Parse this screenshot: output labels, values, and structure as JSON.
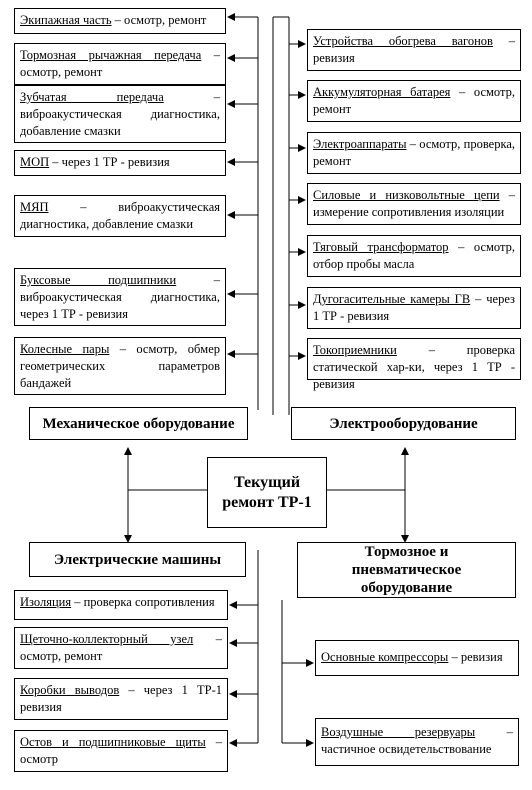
{
  "center": {
    "label": "Текущий ремонт ТР-1"
  },
  "groups": [
    {
      "id": "mech",
      "title": "Механическое оборудование",
      "items": [
        {
          "term": "Экипажная часть",
          "rest": " – осмотр, ремонт"
        },
        {
          "term": "Тормозная рычажная передача",
          "rest": " – осмотр, ремонт"
        },
        {
          "term": "Зубчатая передача",
          "rest": " – виброакустическая диагностика, добавление смазки"
        },
        {
          "term": "МОП",
          "rest": " – через 1 ТР - ревизия"
        },
        {
          "term": "МЯП",
          "rest": " – виброакустическая диагностика, добавление смазки"
        },
        {
          "term": "Буксовые подшипники",
          "rest": " – виброакустическая диагностика, через 1 ТР - ревизия"
        },
        {
          "term": "Колесные пары",
          "rest": " – осмотр, обмер геометрических параметров бандажей"
        }
      ]
    },
    {
      "id": "elec",
      "title": "Электрооборудование",
      "items": [
        {
          "term": "Устройства обогрева вагонов",
          "rest": " – ревизия"
        },
        {
          "term": "Аккумуляторная батарея",
          "rest": " – осмотр, ремонт"
        },
        {
          "term": "Электроаппараты",
          "rest": " – осмотр, проверка, ремонт"
        },
        {
          "term": "Силовые и низковольтные цепи",
          "rest": " – измерение сопротивления изоляции"
        },
        {
          "term": "Тяговый трансформатор",
          "rest": " – осмотр, отбор пробы масла"
        },
        {
          "term": "Дугогасительные камеры ГВ",
          "rest": " – через 1 ТР - ревизия"
        },
        {
          "term": "Токоприемники",
          "rest": " – проверка статической хар-ки, через 1 ТР - ревизия"
        }
      ]
    },
    {
      "id": "machines",
      "title": "Электрические машины",
      "items": [
        {
          "term": "Изоляция",
          "rest": " – проверка сопротивления"
        },
        {
          "term": "Щеточно-коллекторный узел",
          "rest": " – осмотр, ремонт"
        },
        {
          "term": "Коробки выводов",
          "rest": " – через 1 ТР-1 ревизия"
        },
        {
          "term": "Остов и подшипниковые щиты",
          "rest": " – осмотр"
        }
      ]
    },
    {
      "id": "brake",
      "title": "Тормозное и пневматическое оборудование",
      "items": [
        {
          "term": "Основные компрессоры",
          "rest": " – ревизия"
        },
        {
          "term": "Воздушные резервуары",
          "rest": " – частичное освидетельствование"
        }
      ]
    }
  ]
}
